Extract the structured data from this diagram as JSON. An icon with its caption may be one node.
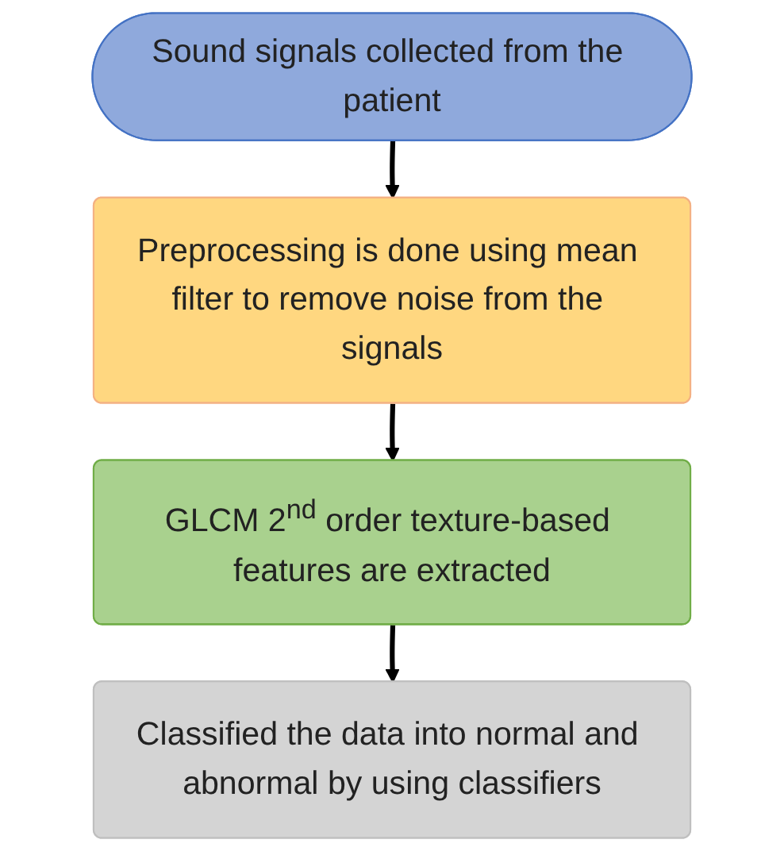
{
  "diagram": {
    "nodes": [
      {
        "text": [
          "Sound signals collected from the patient"
        ]
      },
      {
        "text": [
          "Preprocessing is done using mean filter to remove noise from the signals"
        ]
      },
      {
        "text": [
          "GLCM 2$^{nd}$ order texture-based features are extracted"
        ]
      },
      {
        "text": [
          "Classified the data into normal and abnormal by using classifiers"
        ]
      }
    ],
    "edges": [
      {
        "from": 0,
        "to": 1,
        "arrow": "to"
      },
      {
        "from": 1,
        "to": 2,
        "arrow": "to"
      },
      {
        "from": 2,
        "to": 3,
        "arrow": "to"
      }
    ]
  }
}
